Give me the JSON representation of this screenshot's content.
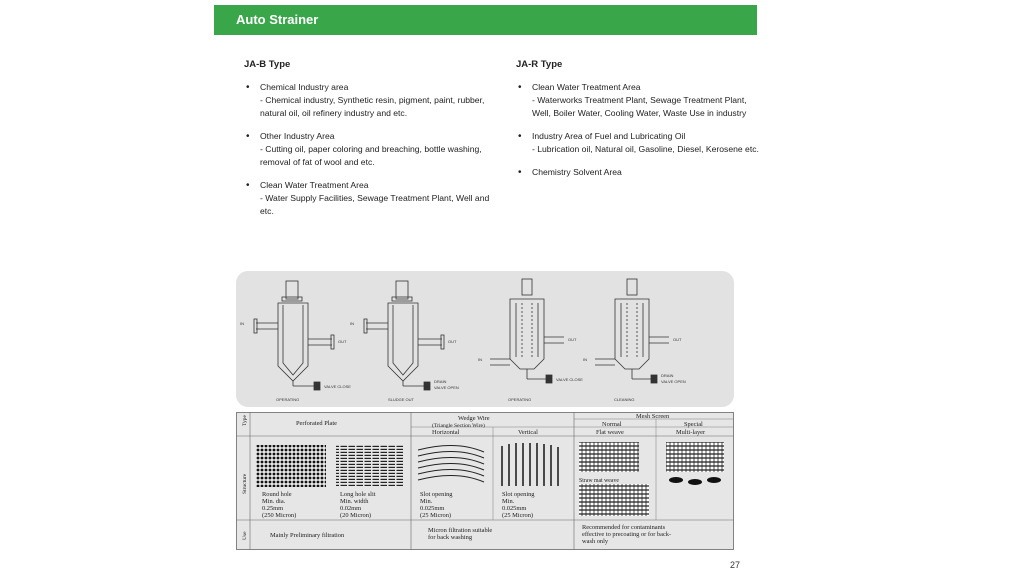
{
  "header": {
    "title": "Auto Strainer"
  },
  "left_column": {
    "heading": "JA-B Type",
    "items": [
      {
        "title": "Chemical Industry area",
        "detail": " - Chemical industry, Synthetic resin, pigment, paint, rubber, natural oil, oil refinery industry and etc."
      },
      {
        "title": "Other Industry Area",
        "detail": " - Cutting oil, paper coloring and breaching, bottle washing, removal of fat of wool and etc."
      },
      {
        "title": "Clean Water Treatment Area",
        "detail": " - Water Supply Facilities, Sewage Treatment Plant, Well and etc."
      }
    ]
  },
  "right_column": {
    "heading": "JA-R Type",
    "items": [
      {
        "title": "Clean Water Treatment Area",
        "detail": " - Waterworks Treatment Plant, Sewage Treatment Plant, Well, Boiler Water, Cooling Water, Waste Use in industry"
      },
      {
        "title": "Industry Area of Fuel and Lubricating Oil",
        "detail": " - Lubrication oil, Natural oil, Gasoline, Diesel, Kerosene etc."
      },
      {
        "title": "Chemistry Solvent Area",
        "detail": ""
      }
    ]
  },
  "diagrams": {
    "in_label": "IN",
    "out_label": "OUT",
    "valve_close": "VALVE CLOSE",
    "drain_open": "DRAIN",
    "valve_open": "VALVE OPEN",
    "captions": [
      "OPERATING",
      "SLUDGE OUT",
      "OPERATING",
      "CLEANING"
    ]
  },
  "screen_table": {
    "type_label": "Type",
    "structure_label": "Structure",
    "use_label": "Use",
    "perforated": "Perforated Plate",
    "wedge": "Wedge Wire",
    "wedge_sub": "(Triangle Section Wire)",
    "mesh": "Mesh Screen",
    "horizontal": "Horizontal",
    "vertical": "Vertical",
    "normal": "Normal",
    "special": "Special",
    "flat_weave": "Flat weave",
    "multi_layer": "Multi-layer",
    "straw_mat": "Straw mat weave",
    "round_hole": [
      "Round hole",
      "Min. dia.",
      "0.25mm",
      "(250 Micron)"
    ],
    "long_hole": [
      "Long hole slit",
      "Min. width",
      "0.02mm",
      "(20 Micron)"
    ],
    "slot_h": [
      "Slot opening",
      "Min.",
      "0.025mm",
      "(25 Micron)"
    ],
    "slot_v": [
      "Slot opening",
      "Min.",
      "0.025mm",
      "(25 Micron)"
    ],
    "use_perforated": "Mainly Preliminary filtration",
    "use_wedge": [
      "Micron filtration suitable",
      "for back washing"
    ],
    "use_mesh": [
      "Recommended for contaminants",
      "effective to precoating or for back-",
      "wash only"
    ]
  },
  "page_number": "27"
}
